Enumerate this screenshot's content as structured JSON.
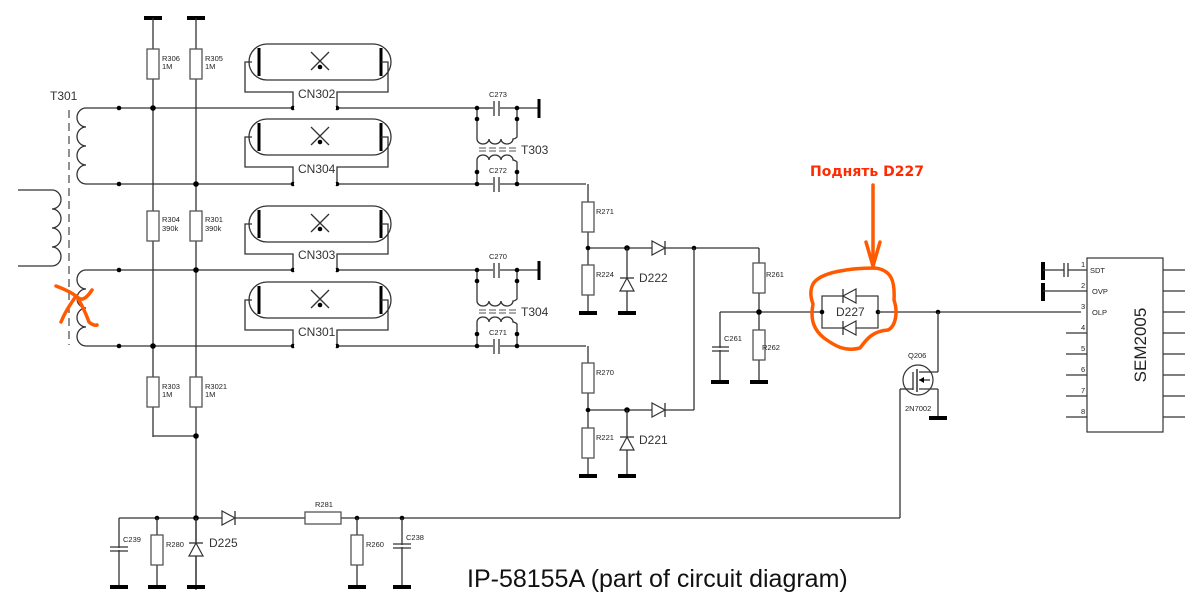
{
  "diagram": {
    "title": "IP-58155A (part of circuit diagram)",
    "annotation": {
      "text": "Поднять D227",
      "color": "#ff2a00",
      "marker_color": "#ff5a00"
    },
    "transformers": {
      "t301": "T301",
      "t303": "T303",
      "t304": "T304"
    },
    "lamps": {
      "cn302": "CN302",
      "cn304": "CN304",
      "cn303": "CN303",
      "cn301": "CN301"
    },
    "resistors": {
      "r306": {
        "ref": "R306",
        "value": "1M"
      },
      "r305": {
        "ref": "R305",
        "value": "1M"
      },
      "r304": {
        "ref": "R304",
        "value": "390k"
      },
      "r301": {
        "ref": "R301",
        "value": "390k"
      },
      "r303": {
        "ref": "R303",
        "value": "1M"
      },
      "r3021": {
        "ref": "R3021",
        "value": "1M"
      },
      "r271": "R271",
      "r224": "R224",
      "r270": "R270",
      "r221": "R221",
      "r261": "R261",
      "r262": "R262",
      "r281": "R281",
      "r280": "R280",
      "r260": "R260"
    },
    "capacitors": {
      "c273": "C273",
      "c272": "C272",
      "c270": "C270",
      "c271": "C271",
      "c261": "C261",
      "c239": "C239",
      "c238": "C238"
    },
    "diodes": {
      "d222": "D222",
      "d221": "D221",
      "d227": "D227",
      "d225": "D225"
    },
    "transistor": {
      "ref": "Q206",
      "part": "2N7002"
    },
    "ic": {
      "name": "SEM2005",
      "pins": [
        {
          "num": "1",
          "label": "SDT"
        },
        {
          "num": "2",
          "label": "OVP"
        },
        {
          "num": "3",
          "label": "OLP"
        },
        {
          "num": "4",
          "label": ""
        },
        {
          "num": "5",
          "label": ""
        },
        {
          "num": "6",
          "label": ""
        },
        {
          "num": "7",
          "label": ""
        },
        {
          "num": "8",
          "label": ""
        }
      ]
    }
  }
}
